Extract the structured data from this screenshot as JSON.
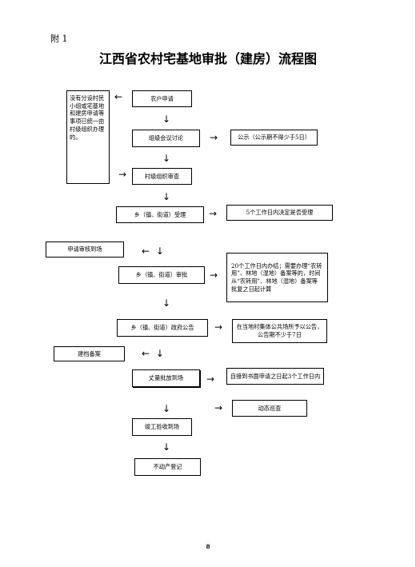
{
  "page": {
    "annex": "附 1",
    "title": "江西省农村宅基地审批（建房）流程图",
    "page_number": "8"
  },
  "nodes": {
    "note_left": "没有分设村民小组或宅基地和建房申请等事项已统一由村级组织办理的。",
    "apply": "农户申请",
    "group_meeting": "组级会议讨论",
    "publicity": "公示（公示期不得少于5日）",
    "village_review": "村级组织审查",
    "town_accept": "乡（镇、街道）受理",
    "accept_rule": "5个工作日内决定是否受理",
    "site_review": "申请审核到场",
    "town_approve": "乡（镇、街道）审批",
    "approve_rule": "20个工作日内办结；需要办理“农转用”、林地（湿地）备案等的，时间从“农转用”、林地（湿地）备案等批复之日起计算",
    "town_announce": "乡（镇、街道）政府公告",
    "announce_rule": "在当地村集体公共场所予以公告，公告期不少于7日",
    "archive": "建档备案",
    "survey": "丈量批放到场",
    "survey_rule": "自接到书面申请之日起3个工作日内",
    "patrol": "动态巡查",
    "acceptance": "竣工验收到场",
    "registration": "不动产登记"
  },
  "arrows": {
    "left": "←",
    "right": "→",
    "down": "↓"
  }
}
